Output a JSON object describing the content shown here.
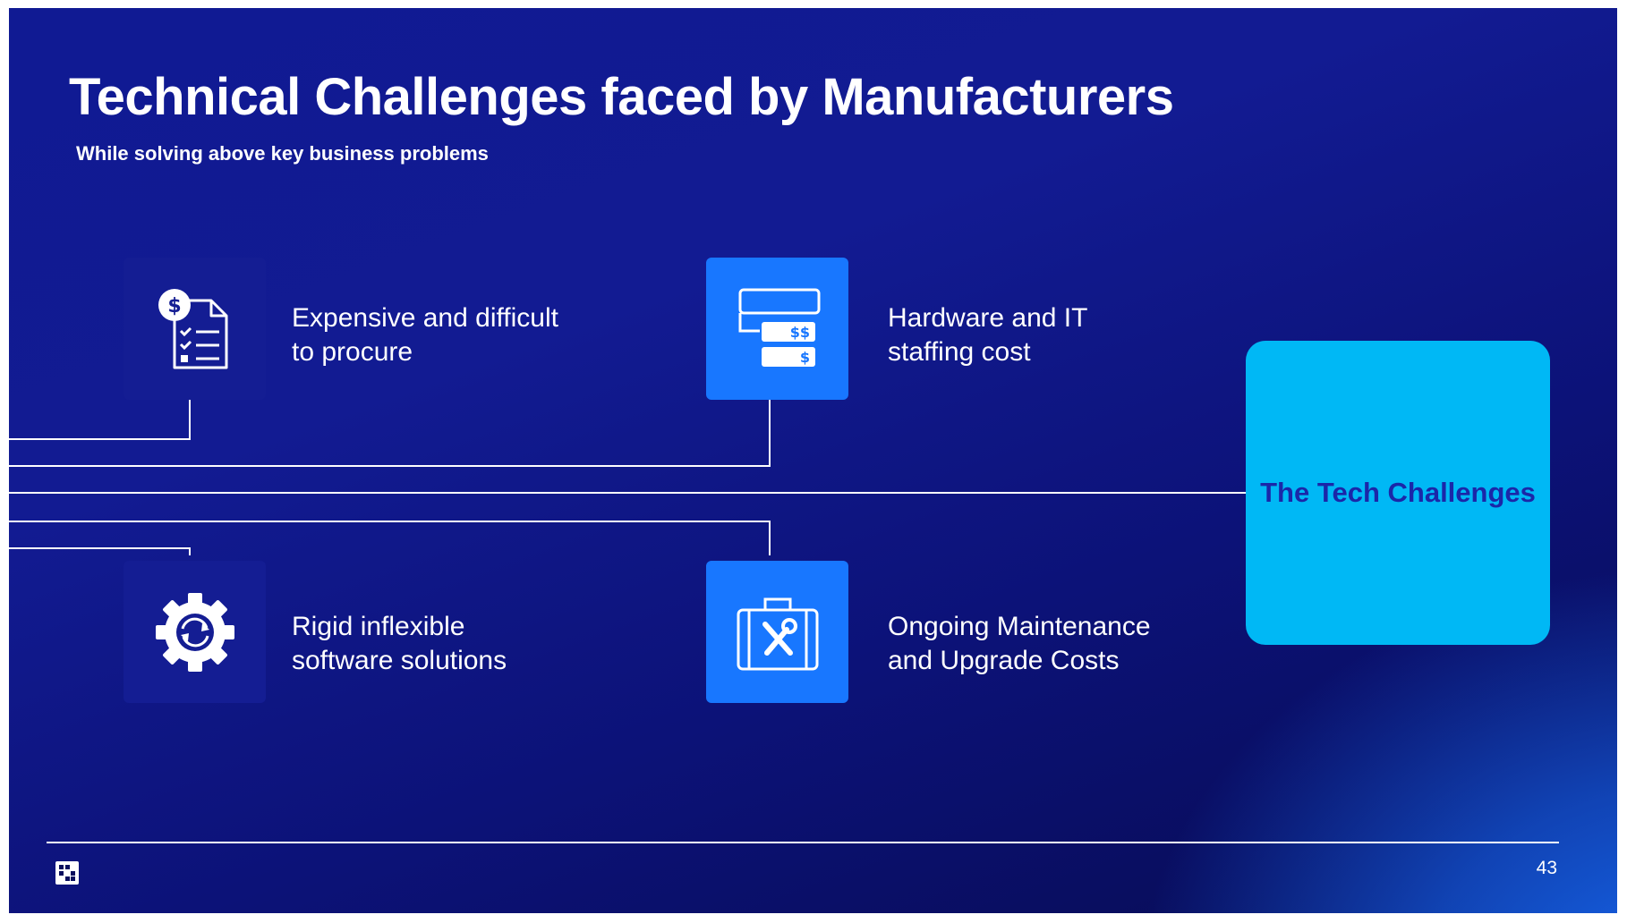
{
  "slide": {
    "title": "Technical Challenges faced by Manufacturers",
    "subtitle": "While solving above key business problems",
    "hub_label": "The Tech Challenges",
    "page_number": "43"
  },
  "challenges": [
    {
      "line1": "Expensive and difficult",
      "line2": "to procure",
      "icon": "procurement-document-dollar-icon"
    },
    {
      "line1": "Hardware and IT",
      "line2": "staffing cost",
      "icon": "server-cost-icon"
    },
    {
      "line1": "Rigid inflexible",
      "line2": "software solutions",
      "icon": "gear-refresh-icon"
    },
    {
      "line1": "Ongoing Maintenance",
      "line2": "and Upgrade Costs",
      "icon": "toolbox-icon"
    }
  ],
  "colors": {
    "background_dark": "#0c1278",
    "background_accent": "#1870ff",
    "tile_dark": "#141d93",
    "tile_bright": "#1877ff",
    "hub": "#00b8f5",
    "hub_text": "#1b27a8"
  }
}
